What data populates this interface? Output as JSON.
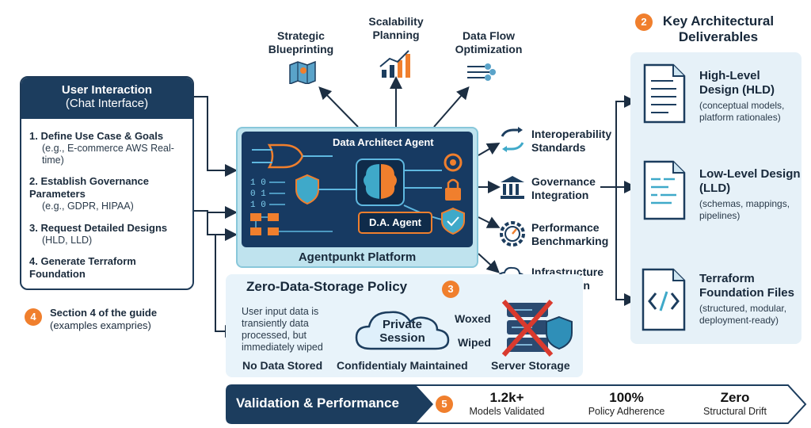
{
  "user_interaction": {
    "title": "User Interaction",
    "subtitle": "(Chat Interface)",
    "steps": [
      {
        "title": "1. Define Use Case & Goals",
        "example": "(e.g., E-commerce AWS Real-time)"
      },
      {
        "title": "2. Establish Governance Parameters",
        "example": "(e.g., GDPR, HIPAA)"
      },
      {
        "title": "3. Request Detailed Designs",
        "example": "(HLD, LLD)"
      },
      {
        "title": "4. Generate Terraform Foundation",
        "example": ""
      }
    ]
  },
  "section4": {
    "badge": "4",
    "text1": "Section 4 of the guide",
    "text2": "(examples exampries)"
  },
  "top_items": [
    {
      "label": "Strategic Blueprinting",
      "icon": "map-icon"
    },
    {
      "label": "Scalability Planning",
      "icon": "growth-chart-icon"
    },
    {
      "label": "Data Flow Optimization",
      "icon": "data-flow-icon"
    }
  ],
  "platform": {
    "agent_title": "Data Architect Agent",
    "agent_badge": "D.A. Agent",
    "platform_label": "Agentpunkt Platform"
  },
  "right_items": [
    {
      "label": "Interoperability Standards",
      "icon": "sync-arrows-icon"
    },
    {
      "label": "Governance Integration",
      "icon": "bank-icon"
    },
    {
      "label": "Performance Benchmarking",
      "icon": "gauge-gear-icon"
    },
    {
      "label": "Infrastructure Generation",
      "icon": "cloud-gear-icon"
    }
  ],
  "deliverables": {
    "badge": "2",
    "title": "Key Architectural Deliverables",
    "items": [
      {
        "title": "High-Level Design (HLD)",
        "subtitle": "(conceptual models, platform rationales)"
      },
      {
        "title": "Low-Level Design (LLD)",
        "subtitle": "(schemas, mappings, pipelines)"
      },
      {
        "title": "Terraform Foundation Files",
        "subtitle": "(structured, modular, deployment-ready)"
      }
    ]
  },
  "zero_storage": {
    "title": "Zero-Data-Storage Policy",
    "badge": "3",
    "input_text": "User input data is transiently data processed, but immediately wiped",
    "session_label": "Private Session",
    "arrow_top": "Woxed",
    "arrow_bottom": "Wiped",
    "caption_left": "No Data Stored",
    "caption_mid": "Confidentialy Maintained",
    "caption_right": "Server Storage"
  },
  "validation": {
    "title": "Validation & Performance",
    "badge": "5",
    "metrics": [
      {
        "value": "1.2k+",
        "label": "Models Validated"
      },
      {
        "value": "100%",
        "label": "Policy Adherence"
      },
      {
        "value": "Zero",
        "label": "Structural Drift"
      }
    ]
  },
  "colors": {
    "navy": "#1c3d5e",
    "orange": "#f07f2d",
    "light_blue": "#bfe3ee",
    "panel_blue": "#e6f1f8"
  }
}
